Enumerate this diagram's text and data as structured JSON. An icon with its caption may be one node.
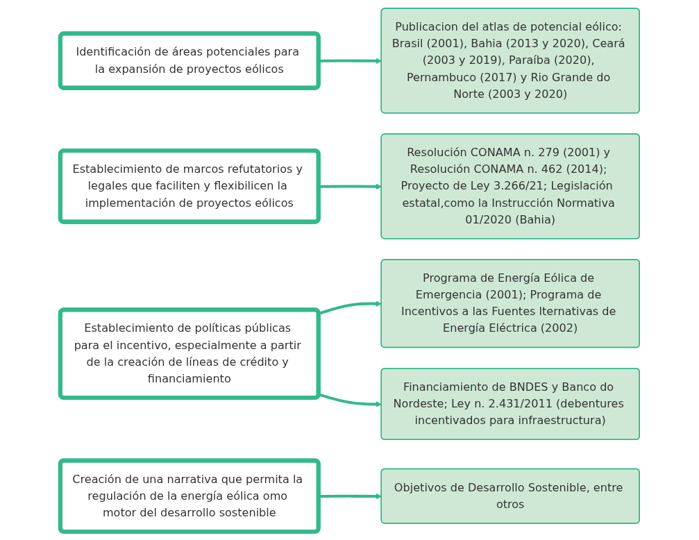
{
  "diagram": {
    "nodes": [
      {
        "text": [
          "Identificación de áreas potenciales para la expansión de proyectos eólicos"
        ]
      },
      {
        "text": [
          "Publicacion del atlas de potencial eólico: Brasil (2001), Bahia (2013 y 2020), Ceará (2003 y 2019), Paraíba (2020), Pernambuco (2017) y Rio Grande do Norte (2003 y 2020)"
        ]
      },
      {
        "text": [
          "Establecimiento de marcos refutatorios y legales que faciliten y flexibilicen la implementación de proyectos eólicos"
        ]
      },
      {
        "text": [
          "Resolución CONAMA n. 279 (2001) y Resolución CONAMA n. 462 (2014); Proyecto de Ley 3.266/21; Legislación  estatal,como la Instrucción Normativa 01/2020 (Bahia)"
        ]
      },
      {
        "text": [
          "Establecimiento de políticas públicas para el incentivo, especialmente a partir de la creación de líneas de crédito y financiamiento"
        ]
      },
      {
        "text": [
          "Programa de Energía Eólica de Emergencia (2001); Programa de Incentivos a las Fuentes lternativas de Energía Eléctrica (2002)"
        ]
      },
      {
        "text": [
          "Financiamiento de BNDES y Banco do Nordeste; Ley n. 2.431/2011 (debentures incentivados para infraestructura)"
        ]
      },
      {
        "text": [
          "Creación de una narrativa que permita la regulación de la energía eólica omo motor del desarrollo sostenible"
        ]
      },
      {
        "text": [
          "Objetivos de Desarrollo Sostenible, entre otros"
        ]
      }
    ],
    "edges": [
      {
        "from": 0,
        "to": 1,
        "arrow": "to"
      },
      {
        "from": 2,
        "to": 3,
        "arrow": "to"
      },
      {
        "from": 4,
        "to": 5,
        "arrow": "to"
      },
      {
        "from": 4,
        "to": 6,
        "arrow": "to"
      },
      {
        "from": 7,
        "to": 8,
        "arrow": "to"
      }
    ]
  }
}
